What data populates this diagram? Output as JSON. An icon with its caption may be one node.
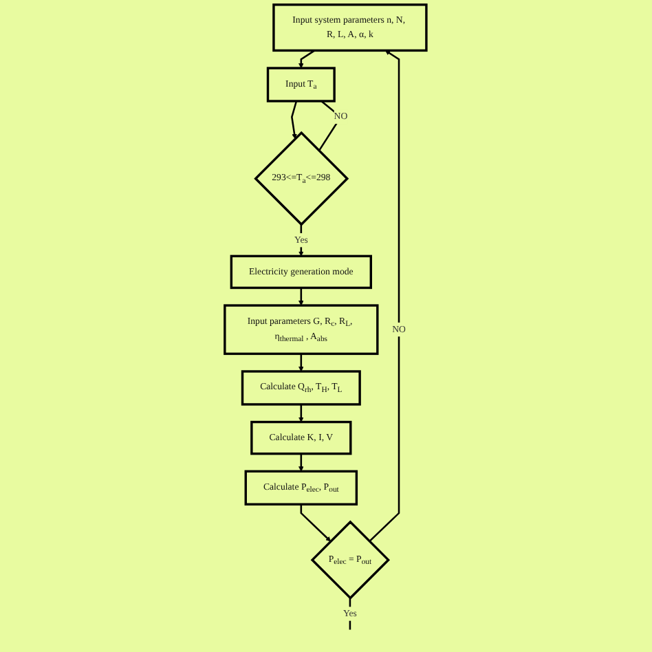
{
  "diagram": {
    "nodes": [
      {
        "text": [
          "Input system parameters n, N, R, L, A, α, k"
        ]
      },
      {
        "text": [
          "Input T$_{a}$"
        ]
      },
      {
        "text": [
          "293<=T$_{a}$<=298"
        ]
      },
      {
        "text": [
          "Electricity generation mode"
        ]
      },
      {
        "text": [
          "Input parameters G, R$_{c}$, R$_{L}$, η$_{thermal}$ , A$_{abs}$"
        ]
      },
      {
        "text": [
          "Calculate  Q$_{rh}$, T$_{H}$, T$_{L}$"
        ]
      },
      {
        "text": [
          "Calculate   K, I, V"
        ]
      },
      {
        "text": [
          "Calculate P$_{elec}$, P$_{out}$"
        ]
      },
      {
        "text": [
          "P$_{elec}$ = P$_{out}$"
        ]
      }
    ],
    "edges": [
      {
        "from": 0,
        "to": 1,
        "arrow": "to"
      },
      {
        "from": 1,
        "to": 2,
        "arrow": "to"
      },
      {
        "from": 2,
        "to": 1,
        "arrow": "none",
        "label": "NO"
      },
      {
        "from": 2,
        "to": 3,
        "arrow": "to",
        "label": "Yes"
      },
      {
        "from": 3,
        "to": 4,
        "arrow": "to"
      },
      {
        "from": 4,
        "to": 5,
        "arrow": "to"
      },
      {
        "from": 5,
        "to": 6,
        "arrow": "to"
      },
      {
        "from": 6,
        "to": 7,
        "arrow": "to"
      },
      {
        "from": 7,
        "to": 8,
        "arrow": "to"
      },
      {
        "from": 8,
        "to": 0,
        "arrow": "to",
        "label": "NO"
      },
      {
        "from": 8,
        "to": null,
        "arrow": "none",
        "label": "Yes"
      }
    ]
  }
}
